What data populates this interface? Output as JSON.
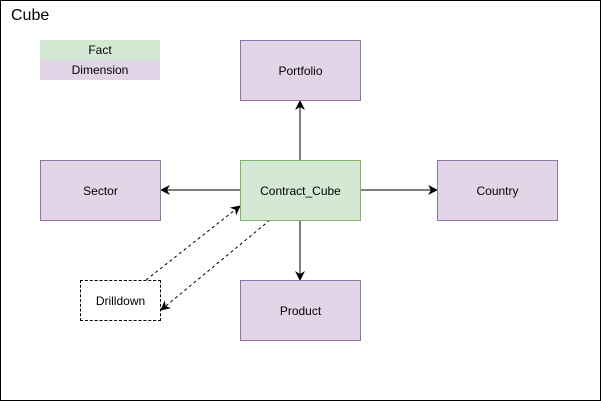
{
  "title": "Cube",
  "legend": {
    "fact": "Fact",
    "dimension": "Dimension"
  },
  "colors": {
    "fact_fill": "#d5e8d4",
    "fact_stroke": "#82b366",
    "dimension_fill": "#e1d5e7",
    "dimension_stroke": "#9673a6"
  },
  "nodes": {
    "portfolio": "Portfolio",
    "sector": "Sector",
    "contract_cube": "Contract_Cube",
    "country": "Country",
    "product": "Product",
    "drilldown": "Drilldown"
  },
  "edges": [
    {
      "from": "Contract_Cube",
      "to": "Portfolio"
    },
    {
      "from": "Contract_Cube",
      "to": "Sector"
    },
    {
      "from": "Contract_Cube",
      "to": "Country"
    },
    {
      "from": "Contract_Cube",
      "to": "Product"
    },
    {
      "from": "Drilldown",
      "to": "Contract_Cube",
      "style": "dashed"
    },
    {
      "from": "Contract_Cube",
      "to": "Drilldown",
      "style": "dashed"
    }
  ]
}
